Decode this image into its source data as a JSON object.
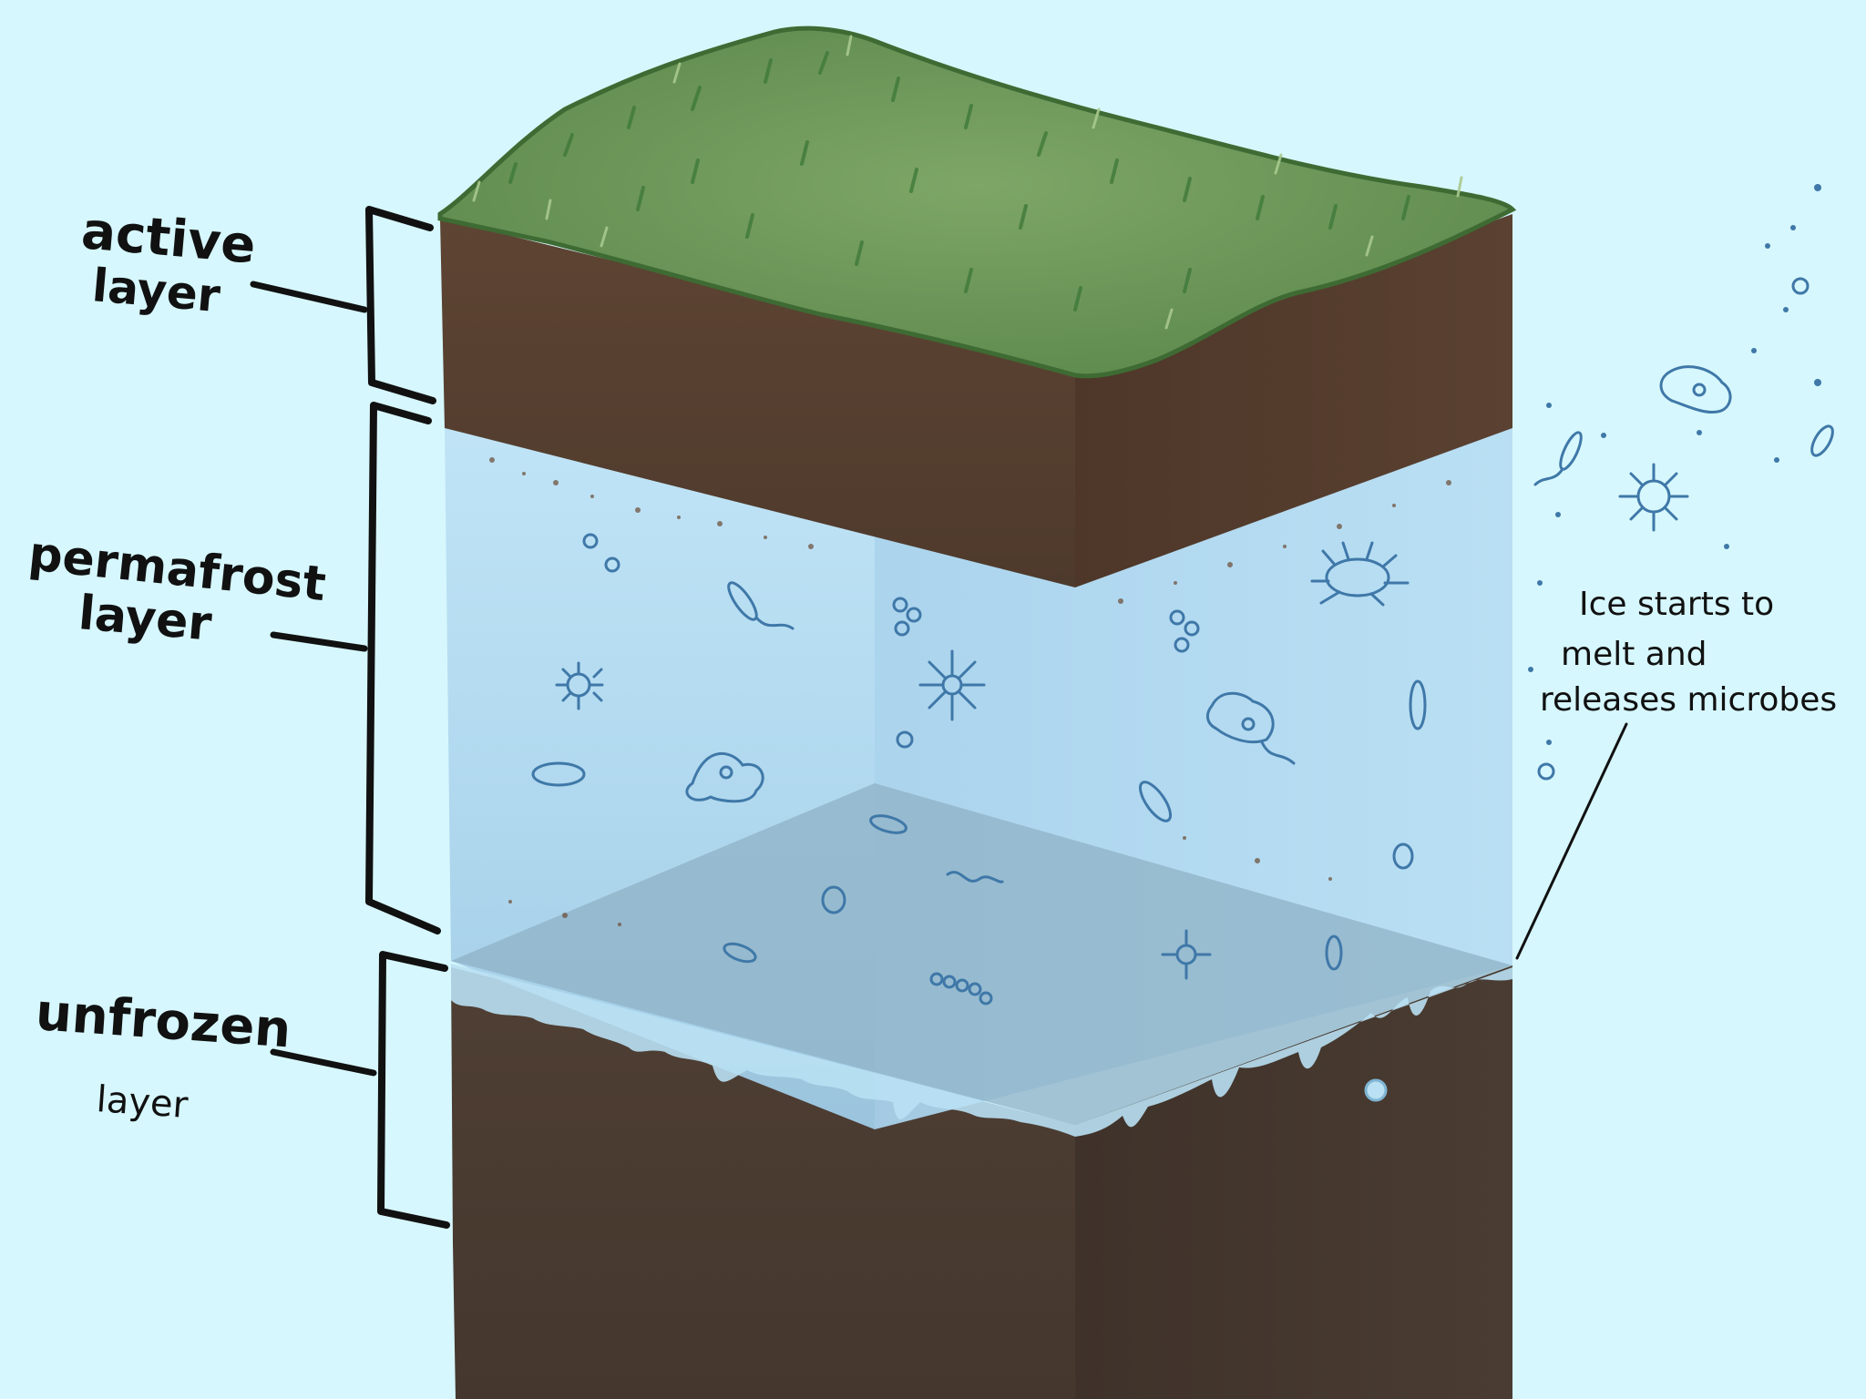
{
  "diagram": {
    "labels": {
      "active_line1": "active",
      "active_line2": "layer",
      "permafrost_line1": "permafrost",
      "permafrost_line2": "layer",
      "unfrozen_line1": "unfrozen",
      "unfrozen_line2": "layer",
      "melt_line1": "Ice starts to",
      "melt_line2": "melt and",
      "melt_line3": "releases microbes"
    },
    "colors": {
      "background": "#d6f7fd",
      "grass": "#6f9a5a",
      "soil": "#5a4030",
      "ice": "#a9d3ee",
      "deep_soil": "#4b3b31",
      "microbe": "#3f78a8",
      "ink": "#111111"
    }
  }
}
